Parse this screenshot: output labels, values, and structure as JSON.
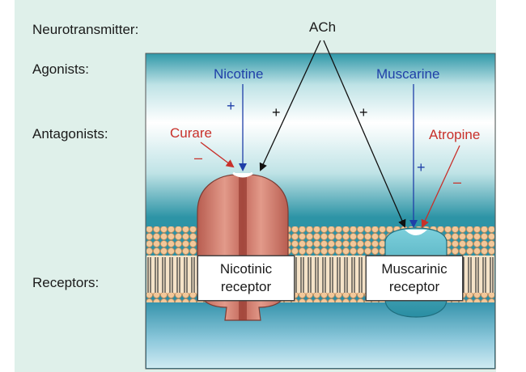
{
  "labels": {
    "neurotransmitter": "Neurotransmitter:",
    "agonists": "Agonists:",
    "antagonists": "Antagonists:",
    "receptors": "Receptors:"
  },
  "neurotransmitter": "ACh",
  "agonists": {
    "nicotine": "Nicotine",
    "muscarine": "Muscarine"
  },
  "antagonists": {
    "curare": "Curare",
    "atropine": "Atropine"
  },
  "signs": {
    "plus": "+",
    "minus": "–"
  },
  "receptors": {
    "nicotinic_line1": "Nicotinic",
    "nicotinic_line2": "receptor",
    "muscarinic_line1": "Muscarinic",
    "muscarinic_line2": "receptor"
  },
  "colors": {
    "agonist_arrow": "#1f3fa8",
    "antagonist_arrow": "#c8302a",
    "ach_arrow": "#111111",
    "nicotinic_receptor": "#d9897a",
    "muscarinic_receptor": "#3aa3b3",
    "outer_background": "#dff0ea"
  }
}
